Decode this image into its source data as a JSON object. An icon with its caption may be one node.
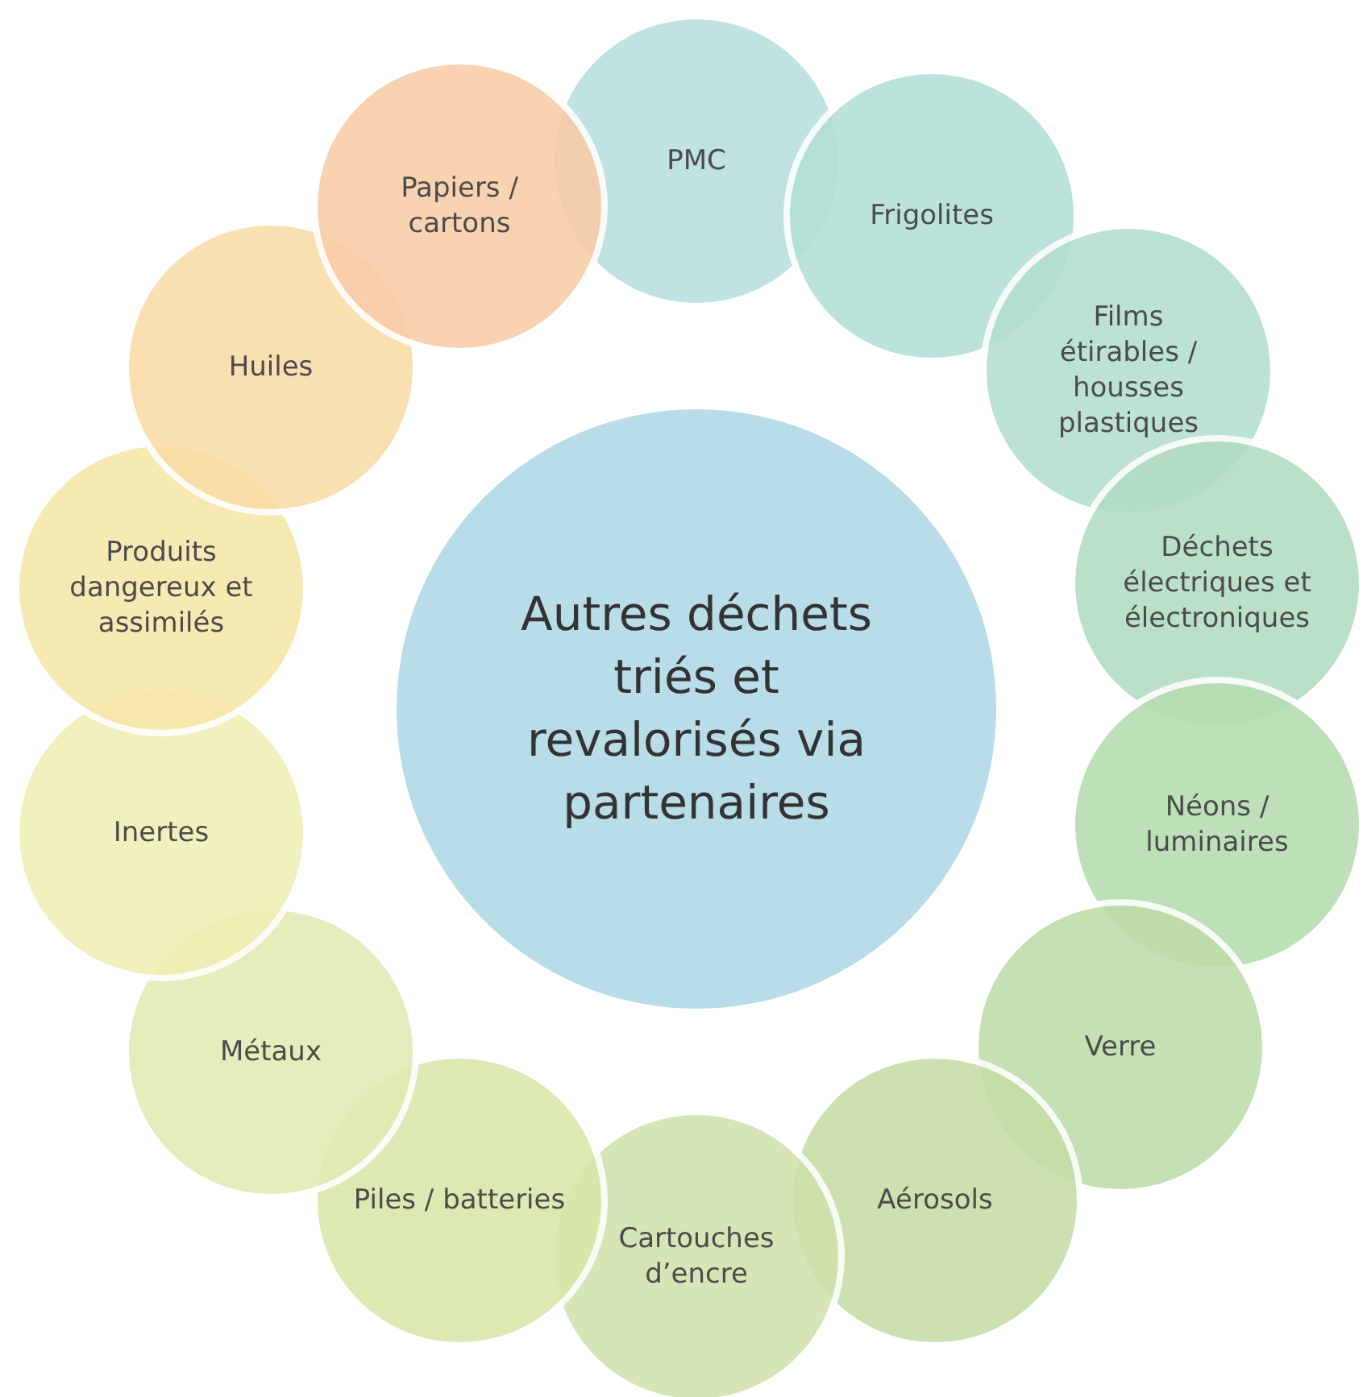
{
  "diagram": {
    "nodes": [
      {
        "text": [
          "Autres déchets triés et revalorisés via partenaires"
        ]
      },
      {
        "text": [
          "PMC"
        ]
      },
      {
        "text": [
          "Frigolites"
        ]
      },
      {
        "text": [
          "Films étirables / housses plastiques"
        ]
      },
      {
        "text": [
          "Déchets électriques et électroniques"
        ]
      },
      {
        "text": [
          "Néons / luminaires"
        ]
      },
      {
        "text": [
          "Verre"
        ]
      },
      {
        "text": [
          "Aérosols"
        ]
      },
      {
        "text": [
          "Cartouches d’encre"
        ]
      },
      {
        "text": [
          "Piles / batteries"
        ]
      },
      {
        "text": [
          "Métaux"
        ]
      },
      {
        "text": [
          "Inertes"
        ]
      },
      {
        "text": [
          "Produits dangereux et assimilés"
        ]
      },
      {
        "text": [
          "Huiles"
        ]
      },
      {
        "text": [
          "Papiers / cartons"
        ]
      }
    ]
  }
}
